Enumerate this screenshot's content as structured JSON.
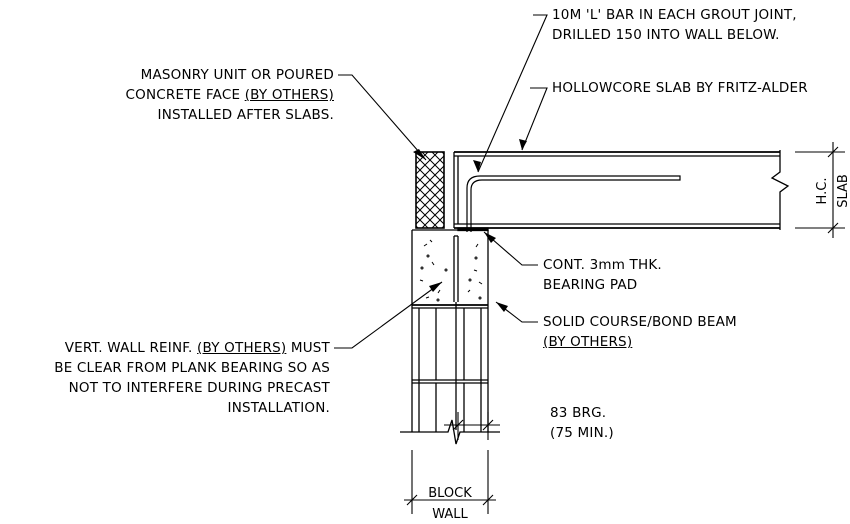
{
  "notes": {
    "l_bar": {
      "line1": "10M 'L' BAR IN EACH GROUT JOINT,",
      "line2": "DRILLED 150 INTO WALL BELOW."
    },
    "hollowcore": {
      "line1": "HOLLOWCORE SLAB BY FRITZ-ALDER"
    },
    "masonry": {
      "line1": "MASONRY UNIT OR POURED",
      "line2_pre": "CONCRETE FACE ",
      "line2_ul": "(BY OTHERS)",
      "line3": "INSTALLED AFTER SLABS."
    },
    "bearing_pad": {
      "line1": "CONT. 3mm THK.",
      "line2": "BEARING PAD"
    },
    "bond_beam": {
      "line1": "SOLID COURSE/BOND BEAM",
      "line2_ul": "(BY OTHERS)"
    },
    "vert_reinf": {
      "line1_pre": "VERT. WALL REINF. ",
      "line1_ul": "(BY OTHERS)",
      "line1_post": " MUST",
      "line2": "BE CLEAR FROM PLANK BEARING SO AS",
      "line3": "NOT TO INTERFERE DURING PRECAST",
      "line4": "INSTALLATION."
    },
    "bearing": {
      "line1": "83 BRG.",
      "line2": "(75 MIN.)"
    }
  },
  "dimensions": {
    "slab_line1": "H.C.",
    "slab_line2": "SLAB",
    "block_line1": "BLOCK",
    "block_line2": "WALL"
  }
}
